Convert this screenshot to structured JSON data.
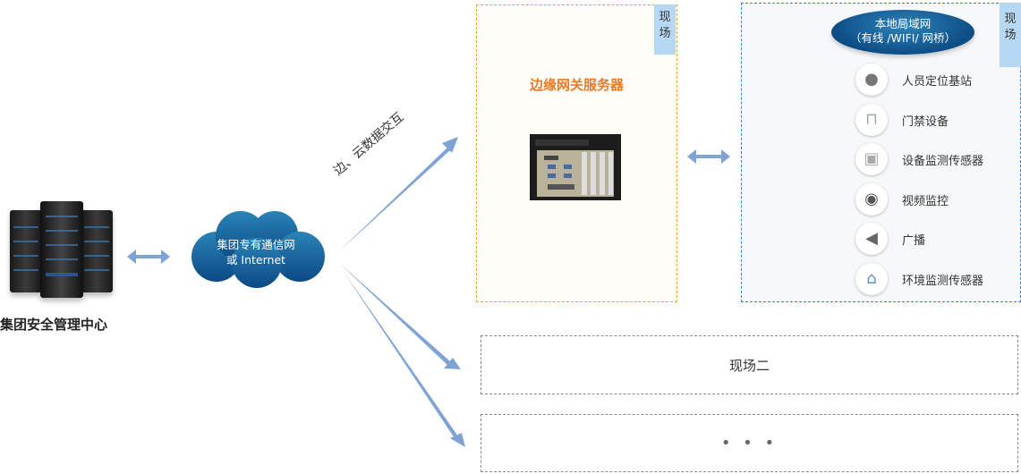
{
  "hq": {
    "label": "集团安全管理中心",
    "icon": "server-rack-icon"
  },
  "network": {
    "cloud_line1": "集团专有通信网",
    "cloud_line2": "或 Internet",
    "icon": "cloud-icon"
  },
  "link_label": "边、云数据交互",
  "site_one": {
    "tag": "现场",
    "edge_title": "边缘网关服务器",
    "gateway_icon": "industrial-pc-icon",
    "lan": {
      "tag": "现场",
      "title": "本地局域网",
      "subtitle": "（有线 /WIFI/ 网桥）",
      "devices": [
        {
          "label": "人员定位基站",
          "icon": "person-locator-icon"
        },
        {
          "label": "门禁设备",
          "icon": "access-gate-icon"
        },
        {
          "label": "设备监测传感器",
          "icon": "sensor-box-icon"
        },
        {
          "label": "视频监控",
          "icon": "cctv-camera-icon"
        },
        {
          "label": "广播",
          "icon": "loudspeaker-icon"
        },
        {
          "label": "环境监测传感器",
          "icon": "weather-station-icon"
        }
      ]
    }
  },
  "site_two": {
    "label": "现场二"
  },
  "more_sites": {
    "label": "• • •"
  },
  "colors": {
    "arrow": "#7ea3d4",
    "edge_border": "#e8a33d",
    "edge_title": "#e87a23",
    "lan_border": "#3d7fc1",
    "tag_bg": "#b7d8f2",
    "cloud": "#1a5f99"
  }
}
